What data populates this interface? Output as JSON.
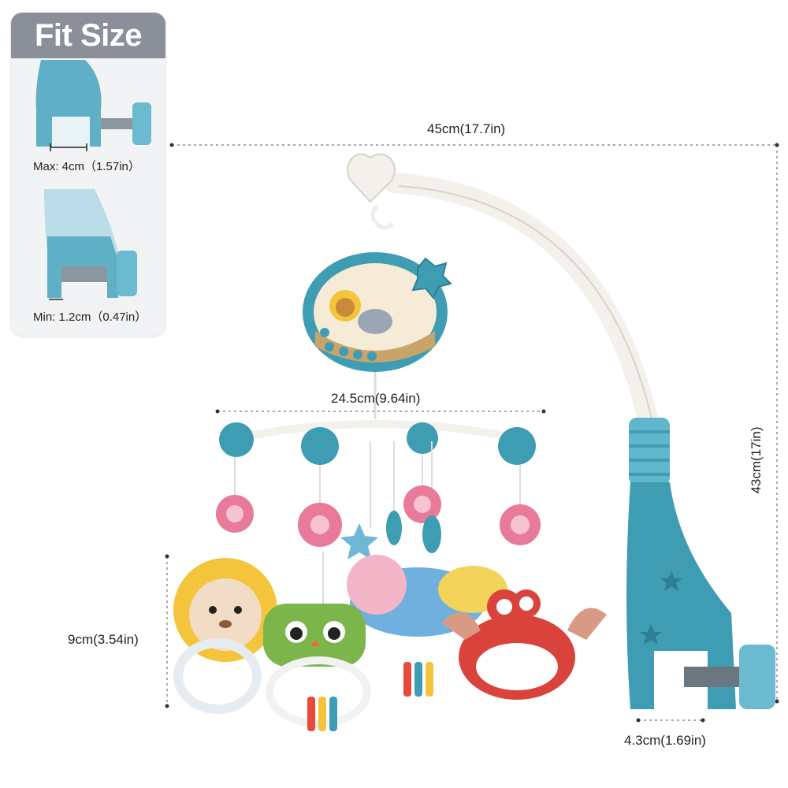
{
  "fit_size": {
    "title": "Fit Size",
    "max_label": "Max: 4cm（1.57in）",
    "min_label": "Min: 1.2cm（0.47in）"
  },
  "dimensions": {
    "width": "45cm(17.7in)",
    "height": "43cm(17in)",
    "ring_width": "24.5cm(9.64in)",
    "toy_height": "9cm(3.54in)",
    "clamp_width": "4.3cm(1.69in)"
  },
  "colors": {
    "teal": "#3f9db3",
    "dark_teal": "#2e7f94",
    "pink": "#e87a9a",
    "arm": "#f4f1ec",
    "lion": "#f3c43c",
    "owl": "#7cb54a",
    "crab": "#d9433b",
    "whale": "#5fa8d9",
    "card": "#f2f3f5",
    "title_bg": "#8a8f99"
  }
}
